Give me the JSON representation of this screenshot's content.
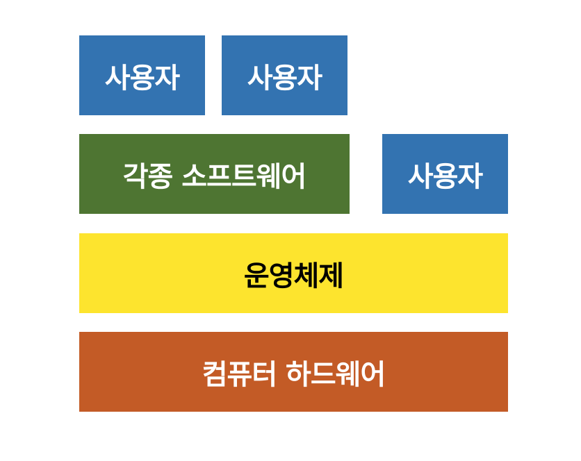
{
  "diagram": {
    "users": [
      "사용자",
      "사용자",
      "사용자"
    ],
    "software": "각종 소프트웨어",
    "os": "운영체제",
    "hardware": "컴퓨터 하드웨어"
  },
  "colors": {
    "user": "#3373b1",
    "software": "#4e7532",
    "os": "#fde42e",
    "hardware": "#c35b26"
  }
}
